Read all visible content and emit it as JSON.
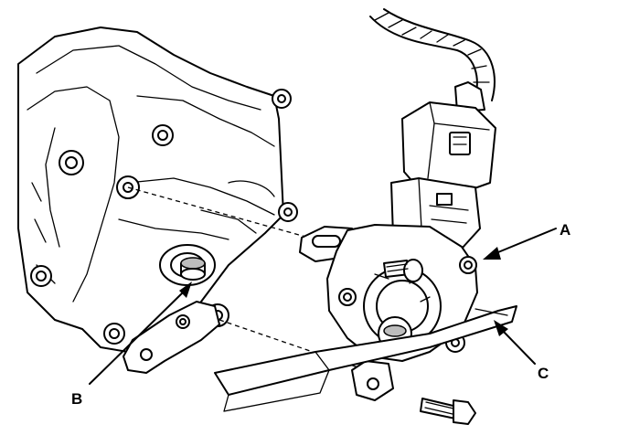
{
  "callouts": {
    "a": "A",
    "b": "B",
    "c": "C"
  },
  "icons": {
    "transmission_case": "transmission-case-icon",
    "range_switch": "range-switch-icon",
    "wire_harness": "wire-harness-icon",
    "connector": "connector-icon",
    "bolt": "bolt-icon",
    "shift_shaft": "shift-shaft-icon",
    "alignment_tool": "alignment-tool-icon"
  }
}
